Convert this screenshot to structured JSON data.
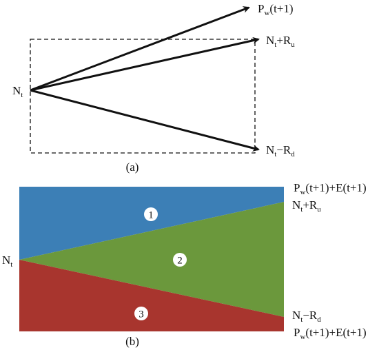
{
  "panel_a": {
    "origin_label": {
      "main": "N",
      "sub": "t"
    },
    "arrow_labels": [
      {
        "main": "P",
        "sub": "w",
        "rest": "(t+1)"
      },
      {
        "main": "N",
        "sub": "t",
        "rest": "+R",
        "sub2": "u"
      },
      {
        "main": "N",
        "sub": "t",
        "rest": "−R",
        "sub2": "d"
      }
    ],
    "caption": "(a)"
  },
  "panel_b": {
    "origin_label": {
      "main": "N",
      "sub": "t"
    },
    "right_labels": [
      {
        "main": "P",
        "sub": "w",
        "rest": "(t+1)+E(t+1)"
      },
      {
        "main": "N",
        "sub": "t",
        "rest": "+R",
        "sub2": "u"
      },
      {
        "main": "N",
        "sub": "t",
        "rest": "−R",
        "sub2": "d"
      },
      {
        "main": "P",
        "sub": "w",
        "rest": "(t+1)+E(t+1)"
      }
    ],
    "regions": [
      {
        "number": "1",
        "color": "#3c7fb6"
      },
      {
        "number": "2",
        "color": "#6b983c"
      },
      {
        "number": "3",
        "color": "#a8352e"
      }
    ],
    "caption": "(b)"
  },
  "colors": {
    "ink": "#111111",
    "circle_fill": "#ffffff"
  }
}
